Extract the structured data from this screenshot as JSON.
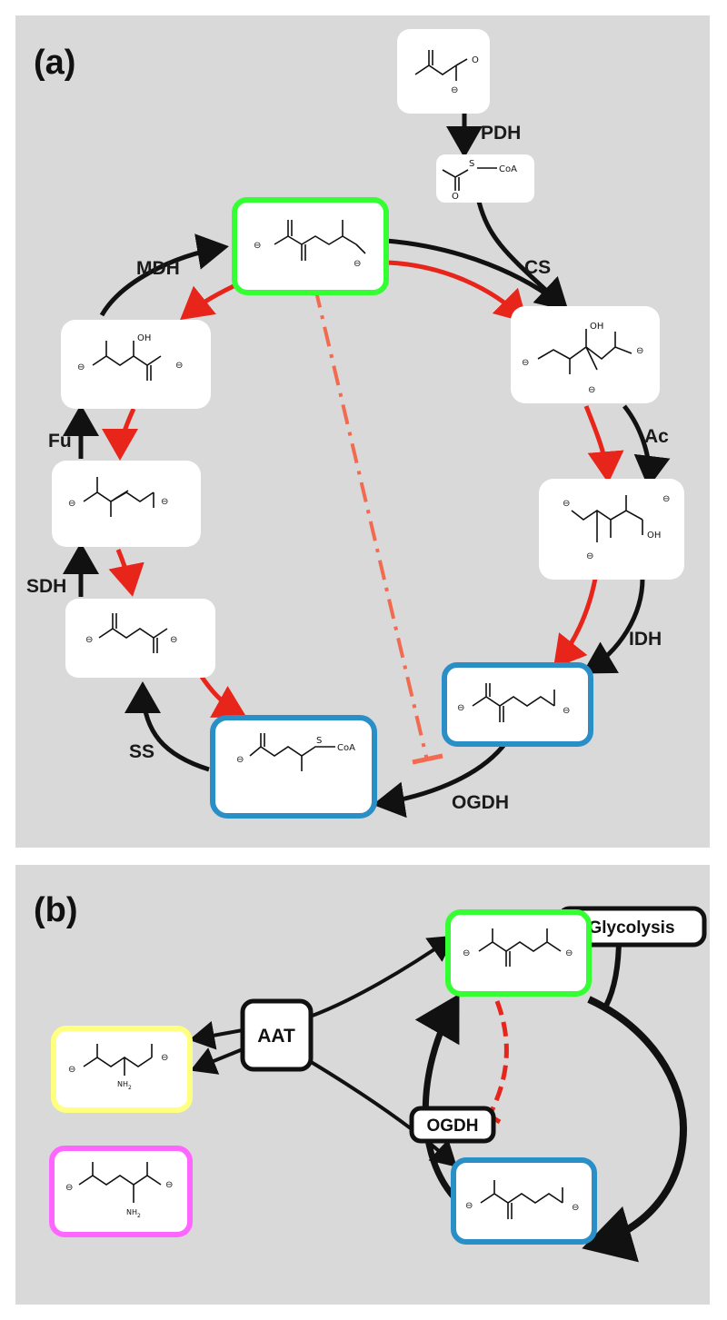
{
  "panel_a": {
    "label": "(a)",
    "enzymes": {
      "pdh": "PDH",
      "cs": "CS",
      "ac": "Ac",
      "idh": "IDH",
      "ogdh": "OGDH",
      "ss": "SS",
      "sdh": "SDH",
      "fu": "Fu",
      "mdh": "MDH"
    },
    "molecule_text": {
      "coa": "CoA",
      "s": "S",
      "oh": "OH",
      "o": "O",
      "minus": "⊖"
    },
    "colors": {
      "oxaloacetate_border": "#33ff33",
      "ketoglutarate_border": "#2a8fc7",
      "cycle_arrow": "#e8251b",
      "inhibition": "#f26a4f",
      "flux_arrow": "#111111"
    }
  },
  "panel_b": {
    "label": "(b)",
    "nodes": {
      "glycolysis": "Glycolysis",
      "aat": "AAT",
      "ogdh": "OGDH"
    },
    "molecule_text": {
      "nh2": "NH",
      "nh2_sub": "2"
    },
    "colors": {
      "aspartate_border": "#ffff80",
      "glutamate_border": "#ff66ff",
      "oxaloacetate_border": "#33ff33",
      "ketoglutarate_border": "#2a8fc7",
      "inhibition": "#e8251b"
    }
  }
}
